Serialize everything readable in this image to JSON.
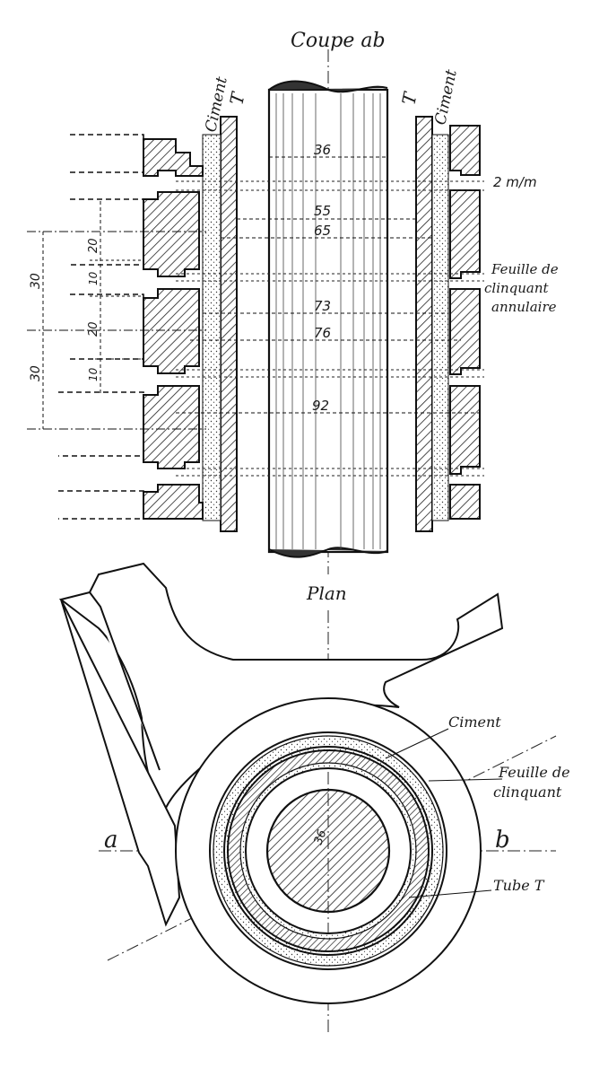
{
  "section": {
    "title": "Coupe ab",
    "left_ciment": "Ciment",
    "right_ciment": "Ciment",
    "left_t": "T",
    "right_t": "T",
    "dim_36": "36",
    "dim_55": "55",
    "dim_65": "65",
    "dim_73": "73",
    "dim_76": "76",
    "dim_92": "92",
    "dim_2mm": "2 m/m",
    "foil_note_line1": "Feuille de",
    "foil_note_line2": "clinquant",
    "foil_note_line3": "annulaire",
    "pitch_30_a": "30",
    "pitch_30_b": "30",
    "pitch_20_a": "20",
    "pitch_20_b": "20",
    "pitch_10_a": "10",
    "pitch_10_b": "10"
  },
  "plan": {
    "title": "Plan",
    "ciment": "Ciment",
    "foil_line1": "Feuille de",
    "foil_line2": "clinquant",
    "tube": "Tube T",
    "axis_a": "a",
    "axis_b": "b",
    "center_label": "36"
  }
}
